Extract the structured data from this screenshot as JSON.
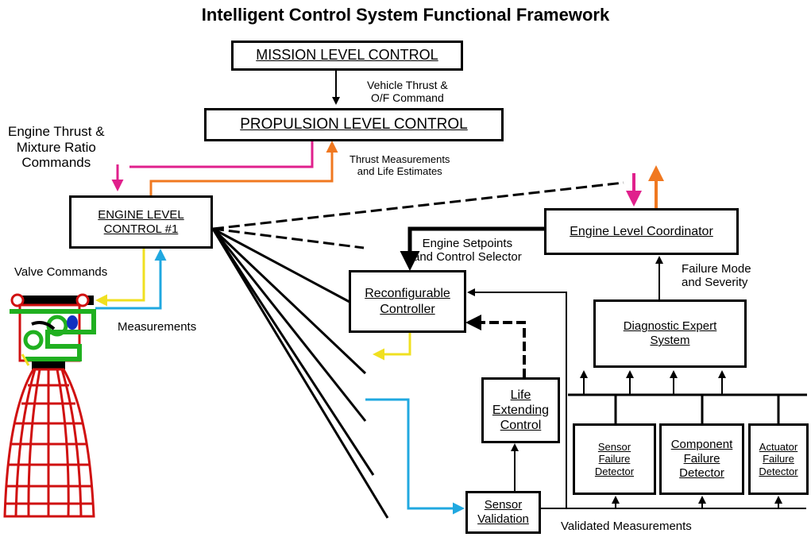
{
  "title": "Intelligent Control System Functional Framework",
  "boxes": {
    "mission": "MISSION LEVEL CONTROL",
    "propulsion": "PROPULSION LEVEL CONTROL",
    "engine_level": "ENGINE LEVEL\nCONTROL #1",
    "coordinator": "Engine Level Coordinator",
    "reconfigurable": "Reconfigurable\nController",
    "diagnostic": "Diagnostic Expert\nSystem",
    "life_extending": "Life\nExtending\nControl",
    "sensor_validation": "Sensor\nValidation",
    "sensor_failure": "Sensor\nFailure\nDetector",
    "component_failure": "Component\nFailure\nDetector",
    "actuator_failure": "Actuator\nFailure\nDetector"
  },
  "labels": {
    "vehicle_thrust": "Vehicle Thrust &\nO/F Command",
    "engine_thrust": "Engine Thrust &\nMixture Ratio\nCommands",
    "thrust_measurements": "Thrust Measurements\nand Life Estimates",
    "valve_commands": "Valve Commands",
    "measurements": "Measurements",
    "setpoints": "Engine Setpoints\nand Control Selector",
    "failure_mode": "Failure Mode\nand Severity",
    "validated": "Validated Measurements"
  },
  "colors": {
    "command": "#e0208c",
    "feedback": "#f07820",
    "valve": "#f0e020",
    "measure": "#20a8e0",
    "engine_grid": "#d01010",
    "engine_green": "#20b020",
    "engine_blue": "#1030c0"
  },
  "icons": [
    "rocket-engine-icon"
  ]
}
